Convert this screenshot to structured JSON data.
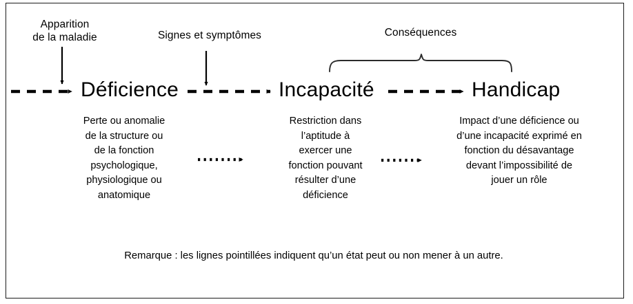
{
  "diagram": {
    "title_note": "Remarque : les lignes pointillées indiquent qu’un état peut ou non mener à un autre.",
    "events": {
      "apparition": "Apparition\nde la maladie",
      "signes": "Signes et symptômes",
      "consequences": "Conséquences"
    },
    "stages": [
      {
        "key": "deficience",
        "word": "Déficience",
        "description": "Perte ou anomalie\nde la structure ou\nde la fonction\npsychologique,\nphysiologique ou\nanatomique"
      },
      {
        "key": "incapacite",
        "word": "Incapacité",
        "description": "Restriction dans\nl’aptitude à\nexercer une\nfonction pouvant\nrésulter d’une\ndéficience"
      },
      {
        "key": "handicap",
        "word": "Handicap",
        "description": "Impact d’une déficience ou\nd’une incapacité exprimé en\nfonction du désavantage\ndevant l’impossibilité de\njouer un rôle"
      }
    ],
    "connectors": {
      "dashed_arrow_1": "dashed-arrow-icon",
      "dashed_arrow_2": "dashed-arrow-icon",
      "dashed_arrow_3": "dashed-arrow-icon",
      "down_arrow_apparition": "down-arrow-icon",
      "down_arrow_signes": "down-arrow-icon",
      "brace_consequences": "curly-brace-icon",
      "dotted_arrow_1": "dotted-arrow-icon",
      "dotted_arrow_2": "dotted-arrow-icon"
    },
    "colors": {
      "ink": "#000000",
      "frame": "#1a1a1a",
      "background": "#ffffff"
    }
  }
}
